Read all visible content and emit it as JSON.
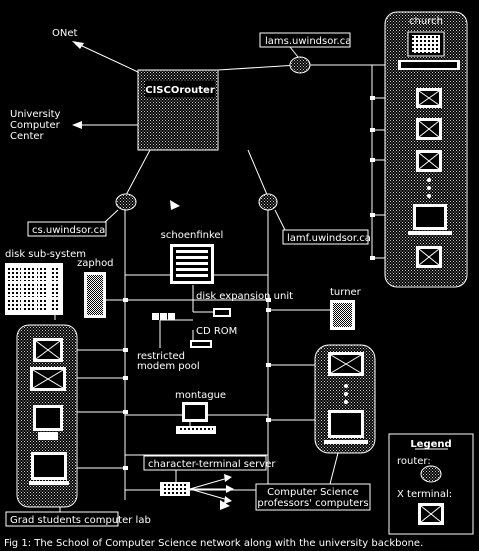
{
  "labels": {
    "onet": "ONet",
    "university": [
      "University",
      "Computer",
      "Center"
    ],
    "cisco": "CISCOrouter",
    "lams": "lams.uwindsor.ca",
    "church": "church",
    "cs": "cs.uwindsor.ca",
    "lamf": "lamf.uwindsor.ca",
    "schoenfinkel": "schoenfinkel",
    "disk_subsystem": "disk sub-system",
    "zaphod": "zaphod",
    "disk_expansion": "disk expansion unit",
    "cdrom": "CD  ROM",
    "restricted": "restricted",
    "modem_pool": "modem   pool",
    "turner": "turner",
    "montague": "montague",
    "character_terminal": "character-terminal server",
    "grad_lab": "Grad students computer lab",
    "professors": [
      "Computer  Science",
      "professors' computers"
    ],
    "legend_title": "Legend",
    "legend_router": "router:",
    "legend_xterminal": "X terminal:"
  },
  "caption": "Fig 1: The School of Computer Science network along with the university backbone.",
  "colors": {
    "background": "#000000",
    "foreground": "#ffffff",
    "panel": "#b8b8b8"
  }
}
